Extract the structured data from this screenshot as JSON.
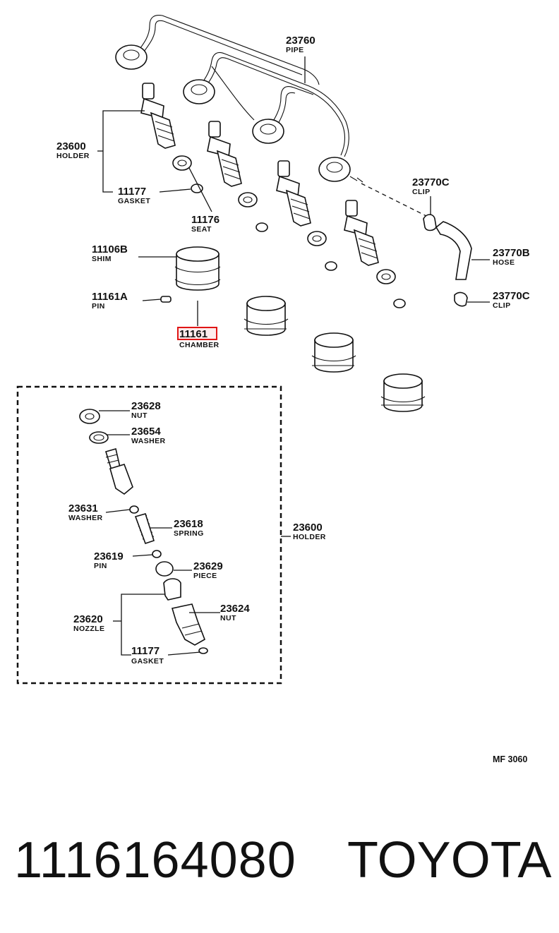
{
  "diagram_ref": "MF 3060",
  "highlight_part": "11161",
  "footer": {
    "part_number": "1116164080",
    "brand": "TOYOTA"
  },
  "callouts": {
    "pipe": {
      "num": "23760",
      "name": "PIPE"
    },
    "holder_top": {
      "num": "23600",
      "name": "HOLDER"
    },
    "gasket_top": {
      "num": "11177",
      "name": "GASKET"
    },
    "seat": {
      "num": "11176",
      "name": "SEAT"
    },
    "shim": {
      "num": "11106B",
      "name": "SHIM"
    },
    "pin_top": {
      "num": "11161A",
      "name": "PIN"
    },
    "chamber": {
      "num": "11161",
      "name": "CHAMBER"
    },
    "clip_top": {
      "num": "23770C",
      "name": "CLIP"
    },
    "hose": {
      "num": "23770B",
      "name": "HOSE"
    },
    "clip_bottom": {
      "num": "23770C",
      "name": "CLIP"
    },
    "nut_top": {
      "num": "23628",
      "name": "NUT"
    },
    "washer_top": {
      "num": "23654",
      "name": "WASHER"
    },
    "washer_mid": {
      "num": "23631",
      "name": "WASHER"
    },
    "spring": {
      "num": "23618",
      "name": "SPRING"
    },
    "holder_box": {
      "num": "23600",
      "name": "HOLDER"
    },
    "pin_mid": {
      "num": "23619",
      "name": "PIN"
    },
    "piece": {
      "num": "23629",
      "name": "PIECE"
    },
    "nozzle": {
      "num": "23620",
      "name": "NOZZLE"
    },
    "nut_bottom": {
      "num": "23624",
      "name": "NUT"
    },
    "gasket_bottom": {
      "num": "11177",
      "name": "GASKET"
    }
  }
}
